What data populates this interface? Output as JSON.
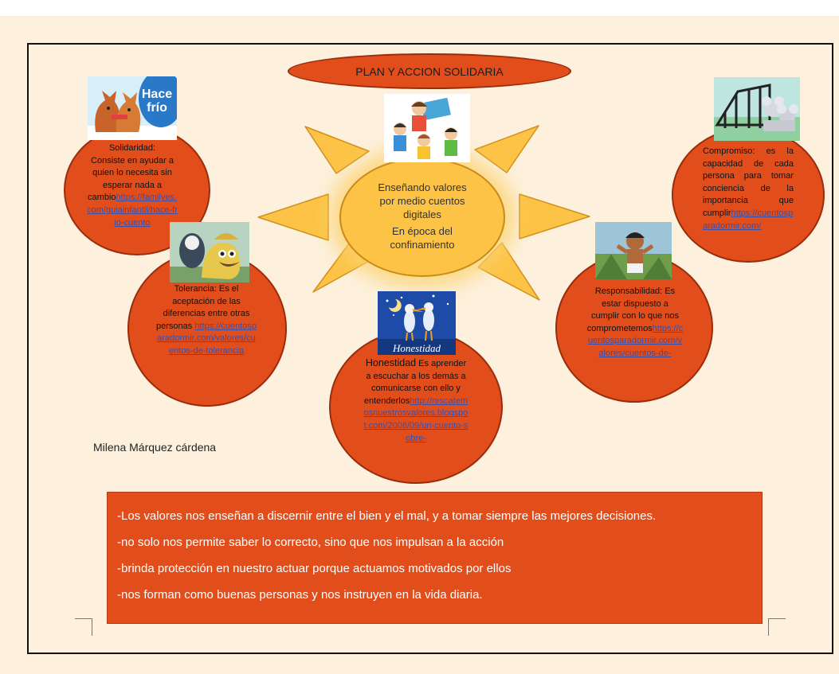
{
  "title": "PLAN Y ACCION SOLIDARIA",
  "center": {
    "line1": "Enseñando valores por medio cuentos digitales",
    "line2": "En época del confinamiento"
  },
  "values": {
    "solidaridad": {
      "heading": "Solidaridad:",
      "text": "Consiste en ayudar a quien lo necesita sin esperar nada a cambio",
      "link": "https://familyes.com/guiainfantil/hace-frio-cuento"
    },
    "compromiso": {
      "text": "Compromiso: es la capacidad de cada persona para tomar conciencia de la importancia que cumplir",
      "link": "https://cuentosparadormir.com/"
    },
    "tolerancia": {
      "text": "Tolerancia: Es el aceptación de las diferencias entre otras personas ",
      "link": "https://cuentosparadormir.com/valores/cuentos-de-tolerancia"
    },
    "responsabilidad": {
      "text": "Responsabilidad: Es estar dispuesto a cumplir con lo que nos comprometemos",
      "link": "https://cuentosparadormir.com/valores/cuentos-de-"
    },
    "honestidad": {
      "heading": "Honestidad",
      "text": " Es aprender a escuchar a los demás a comunicarse con ello y entenderlos",
      "link": "http://rescatemosnuestrosvalores.blogspot.com/2008/09/un-cuento-sobre-"
    }
  },
  "images": {
    "hace_frio_caption": "Hace frío",
    "honestidad_caption": "Honestidad"
  },
  "author": "Milena Márquez cárdena",
  "conclusions": [
    "-Los valores nos enseñan a discernir entre el bien y el mal, y a tomar siempre las mejores decisiones.",
    "-no solo nos permite saber lo correcto, sino que nos impulsan a la acción",
    "-brinda protección en nuestro actuar porque actuamos motivados por ellos",
    "-nos forman como buenas personas y nos instruyen en la vida diaria."
  ],
  "colors": {
    "orange": "#e24e1b",
    "sun": "#fcc346",
    "paper": "#fdf1dd"
  }
}
